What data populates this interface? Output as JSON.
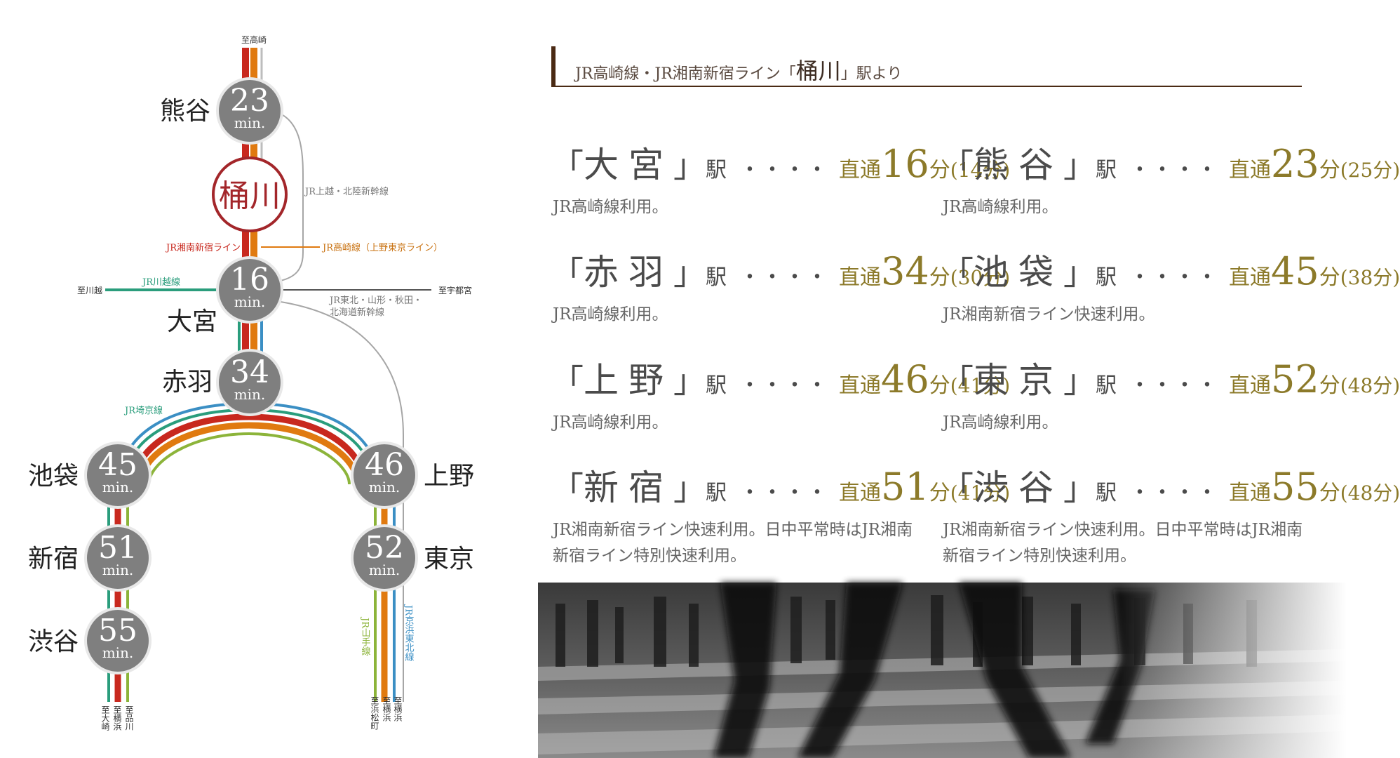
{
  "map": {
    "stations": [
      {
        "id": "kumagaya",
        "name": "熊谷",
        "minutes": "23",
        "unit": "min."
      },
      {
        "id": "okegawa",
        "name": "桶川"
      },
      {
        "id": "omiya",
        "name": "大宮",
        "minutes": "16",
        "unit": "min."
      },
      {
        "id": "akabane",
        "name": "赤羽",
        "minutes": "34",
        "unit": "min."
      },
      {
        "id": "ikebukuro",
        "name": "池袋",
        "minutes": "45",
        "unit": "min."
      },
      {
        "id": "ueno",
        "name": "上野",
        "minutes": "46",
        "unit": "min."
      },
      {
        "id": "shinjuku",
        "name": "新宿",
        "minutes": "51",
        "unit": "min."
      },
      {
        "id": "tokyo",
        "name": "東京",
        "minutes": "52",
        "unit": "min."
      },
      {
        "id": "shibuya",
        "name": "渋谷",
        "minutes": "55",
        "unit": "min."
      }
    ],
    "labels": {
      "to_takasaki": "至高崎",
      "joetsu": "JR上越・北陸新幹線",
      "shonan": "JR湘南新宿ライン",
      "takasaki_line": "JR高崎線（上野東京ライン）",
      "kawagoe_line": "JR川越線",
      "to_kawagoe": "至川越",
      "to_utsunomiya": "至宇都宮",
      "tohoku_1": "JR東北・山形・秋田・",
      "tohoku_2": "北海道新幹線",
      "saikyo": "JR埼京線",
      "yamanote": "JR山手線",
      "keihin": "JR京浜東北線",
      "to_osaki": "至大崎",
      "to_yokohama": "至横浜",
      "to_shinagawa": "至品川",
      "to_hamamatsucho": "至浜松町"
    },
    "colors": {
      "shonan": "#c8281e",
      "takasaki": "#e07a10",
      "keihin": "#3b8fc4",
      "saikyo": "#2a9d7c",
      "yamanote": "#8cb43a",
      "shinkansen": "#9a9a9a",
      "circle": "#7f7f7f",
      "okegawa": "#a3262a"
    }
  },
  "panel": {
    "header": {
      "prefix": "JR高崎線・JR湘南新宿ライン「",
      "station": "桶川",
      "suffix": "」駅より"
    },
    "entries": [
      {
        "station": "大宮",
        "minutes": "16",
        "alt": "(14分)",
        "note": "JR高崎線利用。"
      },
      {
        "station": "熊谷",
        "minutes": "23",
        "alt": "(25分)",
        "note": "JR高崎線利用。"
      },
      {
        "station": "赤羽",
        "minutes": "34",
        "alt": "(30分)",
        "note": "JR高崎線利用。"
      },
      {
        "station": "池袋",
        "minutes": "45",
        "alt": "(38分)",
        "note": "JR湘南新宿ライン快速利用。"
      },
      {
        "station": "上野",
        "minutes": "46",
        "alt": "(41分)",
        "note": "JR高崎線利用。"
      },
      {
        "station": "東京",
        "minutes": "52",
        "alt": "(48分)",
        "note": "JR高崎線利用。"
      },
      {
        "station": "新宿",
        "minutes": "51",
        "alt": "(41分)",
        "note": "JR湘南新宿ライン快速利用。日中平常時はJR湘南新宿ライン特別快速利用。"
      },
      {
        "station": "渋谷",
        "minutes": "55",
        "alt": "(48分)",
        "note": "JR湘南新宿ライン快速利用。日中平常時はJR湘南新宿ライン特別快速利用。"
      }
    ],
    "common": {
      "open": "「",
      "close": "」",
      "eki": "駅",
      "dots": "・・・・",
      "direct": "直通",
      "fun": "分"
    }
  }
}
